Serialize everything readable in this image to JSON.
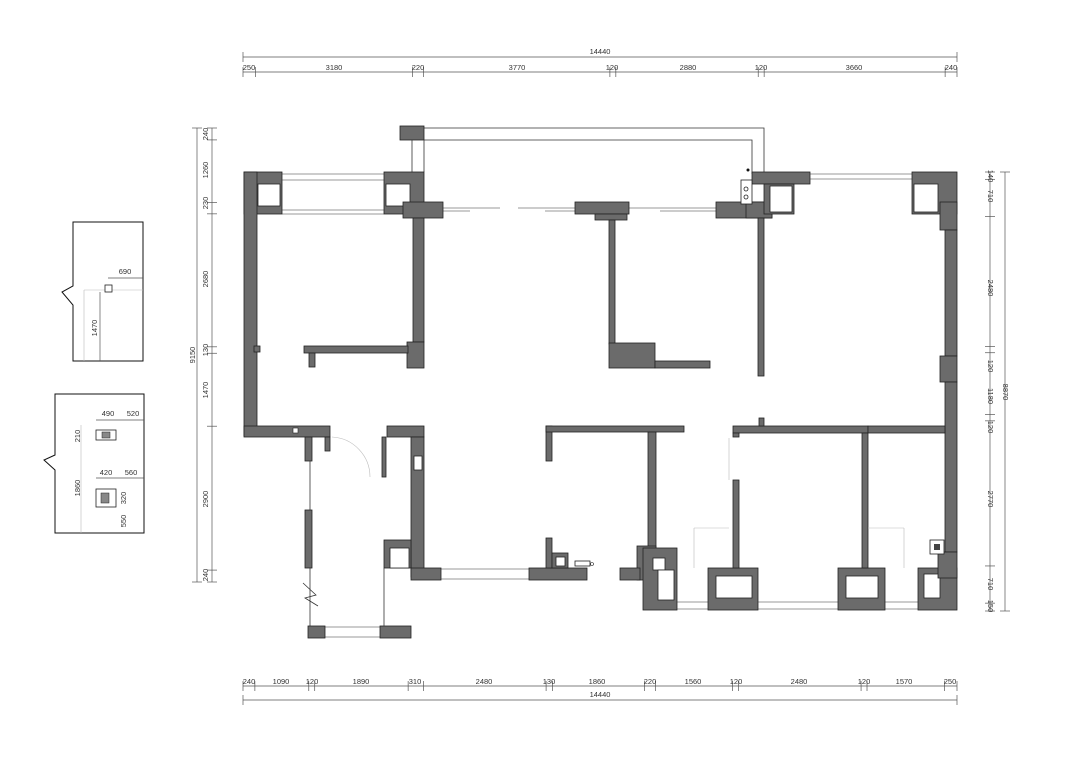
{
  "dimensions": {
    "top_total": "14440",
    "top": [
      "250",
      "3180",
      "220",
      "3770",
      "120",
      "2880",
      "120",
      "3660",
      "240"
    ],
    "bottom_total": "14440",
    "bottom": [
      "240",
      "1090",
      "120",
      "1890",
      "310",
      "2480",
      "130",
      "1860",
      "220",
      "1560",
      "120",
      "2480",
      "120",
      "1570",
      "250"
    ],
    "left_total": "9150",
    "left": [
      "240",
      "1260",
      "230",
      "2680",
      "130",
      "1470",
      "2900",
      "240"
    ],
    "right_total": "8870",
    "right": [
      "140",
      "710",
      "2480",
      "120",
      "1180",
      "120",
      "2770",
      "710",
      "150"
    ]
  },
  "detail_top": {
    "width_label": "690",
    "height_label": "1470"
  },
  "detail_bottom": {
    "labels": [
      "490",
      "520",
      "210",
      "420",
      "560",
      "1860",
      "320",
      "550"
    ]
  }
}
